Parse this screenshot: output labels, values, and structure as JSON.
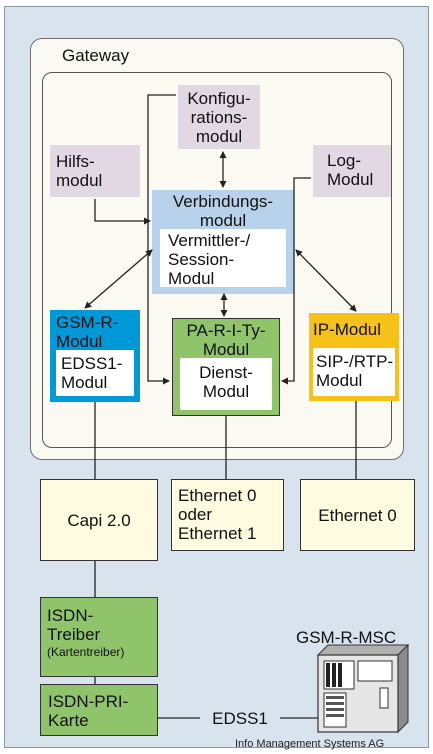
{
  "gateway": {
    "title": "Gateway"
  },
  "modules": {
    "konfig": [
      "Konfigu-",
      "rations-",
      "modul"
    ],
    "hilfs": [
      "Hilfs-",
      "modul"
    ],
    "log": [
      "Log-",
      "Modul"
    ],
    "verbindung": [
      "Verbindungs-",
      "modul"
    ],
    "vermittler": [
      "Vermittler-/",
      "Session-",
      "Modul"
    ],
    "gsmr": [
      "GSM-R-",
      "Modul"
    ],
    "edss1_modul": [
      "EDSS1-",
      "Modul"
    ],
    "pari": [
      "PA-R-I-Ty-",
      "Modul"
    ],
    "dienst": [
      "Dienst-",
      "Modul"
    ],
    "ip": [
      "IP-Modul"
    ],
    "sip": [
      "SIP-/RTP-",
      "Modul"
    ]
  },
  "interfaces": {
    "capi": "Capi 2.0",
    "eth01": [
      "Ethernet 0",
      "oder",
      "Ethernet 1"
    ],
    "eth0": "Ethernet 0",
    "isdn_treiber": [
      "ISDN-",
      "Treiber"
    ],
    "kartentreiber": "(Kartentreiber)",
    "isdn_pri": [
      "ISDN-PRI-",
      "Karte"
    ],
    "edss1_link": "EDSS1",
    "msc": "GSM-R-MSC"
  },
  "footer": "Info Management Systems AG",
  "colors": {
    "frame": "#d9e3ed",
    "mauve": "#e1d8e3",
    "cream": "#fefbe0",
    "verbindung": "#b7d2ea",
    "gsm_blue": "#0099d8",
    "pa_green": "#8fc46a",
    "ip_yellow": "#f6c21a"
  }
}
